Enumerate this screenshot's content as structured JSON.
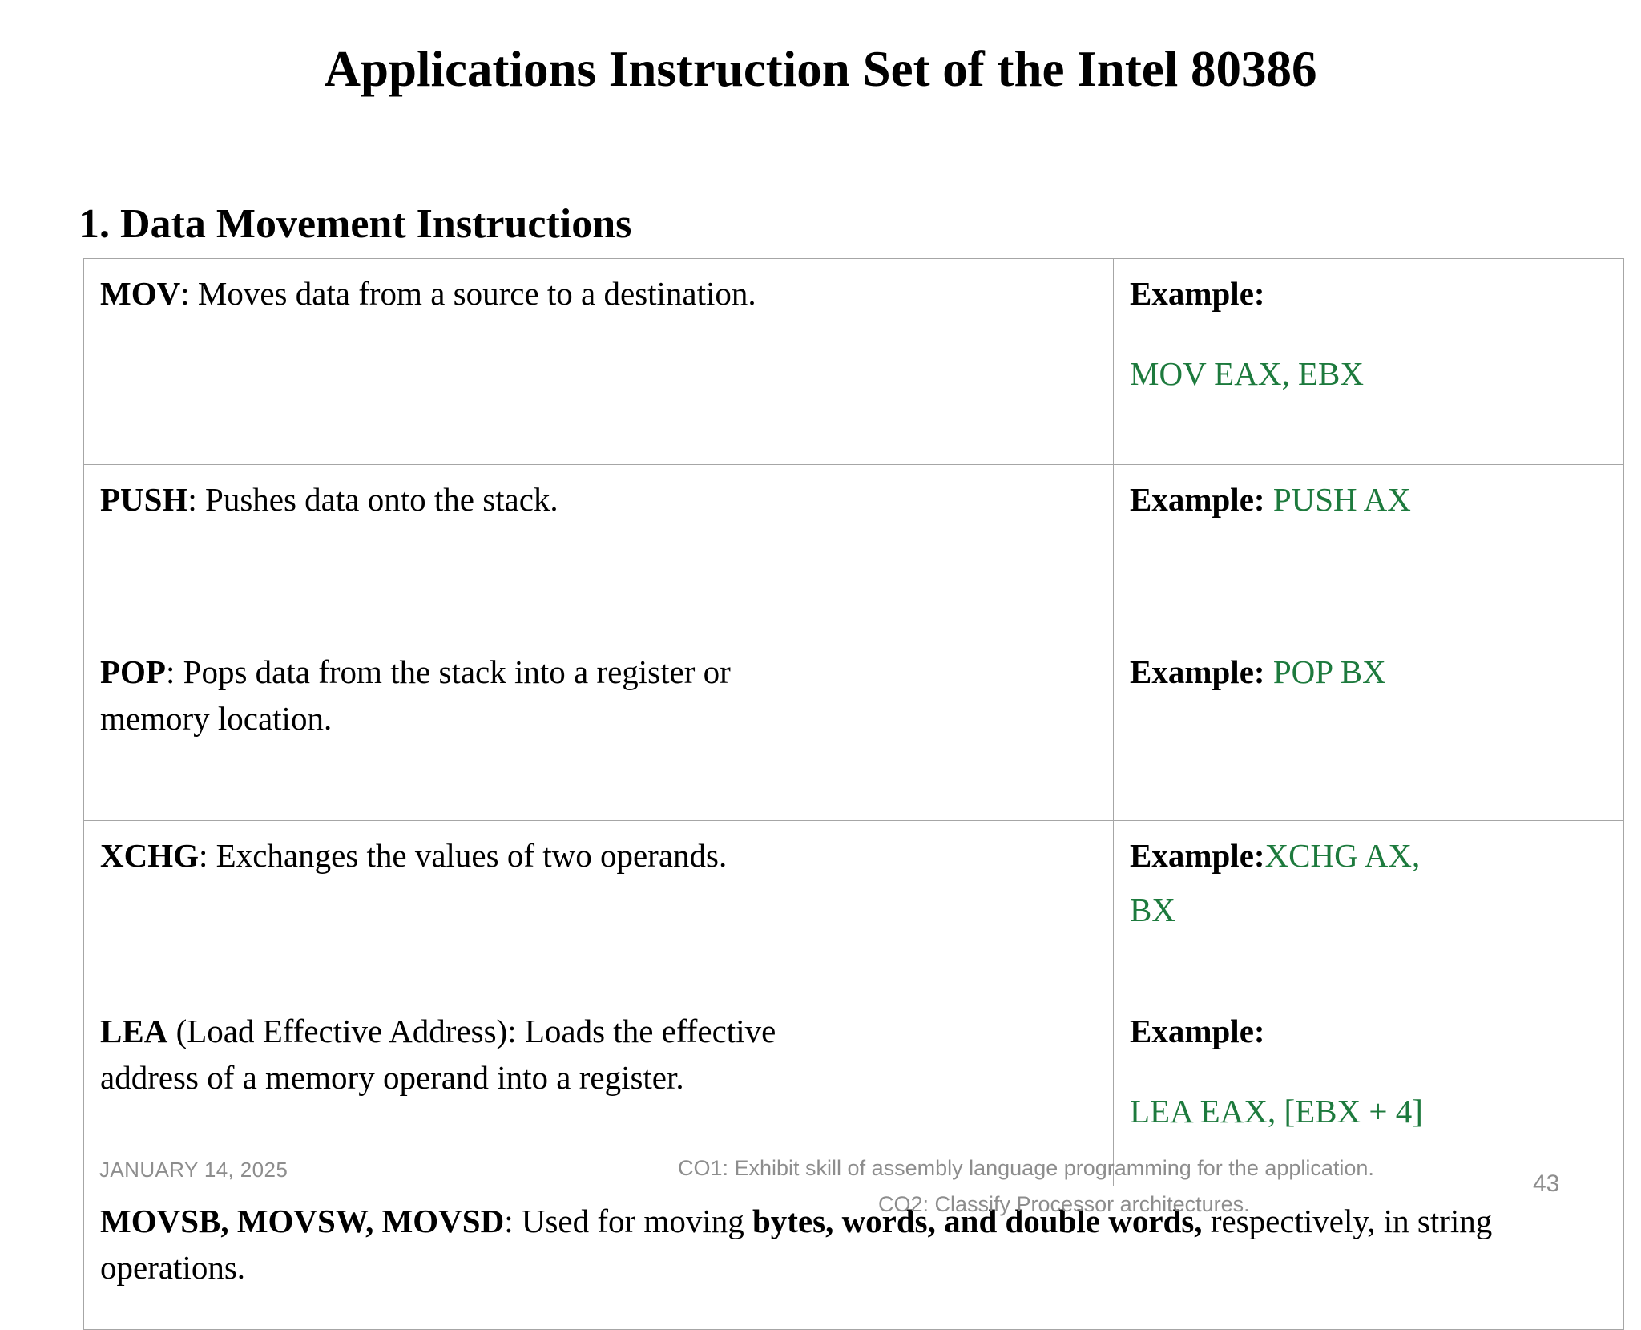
{
  "slide": {
    "title": "Applications Instruction Set of the Intel 80386",
    "section_heading": "1. Data Movement Instructions"
  },
  "colors": {
    "code_green": "#1d7a3d",
    "text_black": "#000000",
    "footer_grey": "#8d8d8d",
    "table_border": "#a6a6a6",
    "background": "#ffffff"
  },
  "table": {
    "rows": [
      {
        "instruction": "MOV",
        "separator": ": ",
        "description": "Moves data from a source to a destination.",
        "description_line2": "",
        "example_label": "Example",
        "example_separator": ":",
        "example_code_inline": "",
        "example_code_block": "MOV EAX, EBX",
        "example_code_block2": ""
      },
      {
        "instruction": "PUSH",
        "separator": ": ",
        "description": "Pushes data onto the stack.",
        "description_line2": "",
        "example_label": "Example",
        "example_separator": ": ",
        "example_code_inline": "PUSH AX",
        "example_code_block": "",
        "example_code_block2": ""
      },
      {
        "instruction": "POP",
        "separator": ": ",
        "description": "Pops data from the stack into a register or",
        "description_line2": "memory location.",
        "example_label": "Example",
        "example_separator": ": ",
        "example_code_inline": "POP BX",
        "example_code_block": "",
        "example_code_block2": ""
      },
      {
        "instruction": "XCHG",
        "separator": ": ",
        "description": "Exchanges the values of two operands.",
        "description_line2": "",
        "example_label": "Example",
        "example_separator": ":",
        "example_code_inline": "XCHG AX,",
        "example_code_block": "",
        "example_code_block2": "BX"
      },
      {
        "instruction": "LEA",
        "separator": " (Load Effective Address): ",
        "description": "Loads the effective",
        "description_line2": "address of a memory operand into a register.",
        "example_label": "Example",
        "example_separator": ":",
        "example_code_inline": "",
        "example_code_block": "LEA EAX, [EBX + 4]",
        "example_code_block2": ""
      }
    ],
    "full_width_row": {
      "instruction": "MOVSB, MOVSW, MOVSD",
      "separator": ": ",
      "text_before_bold": "Used for moving ",
      "bold_text": "bytes, words, and double words,",
      "text_after_bold": " respectively, in string operations."
    }
  },
  "footer": {
    "date": "JANUARY 14, 2025",
    "co1": "CO1: Exhibit skill of assembly language programming for the application.",
    "co2": "CO2: Classify Processor architectures.",
    "page_number": "43"
  }
}
